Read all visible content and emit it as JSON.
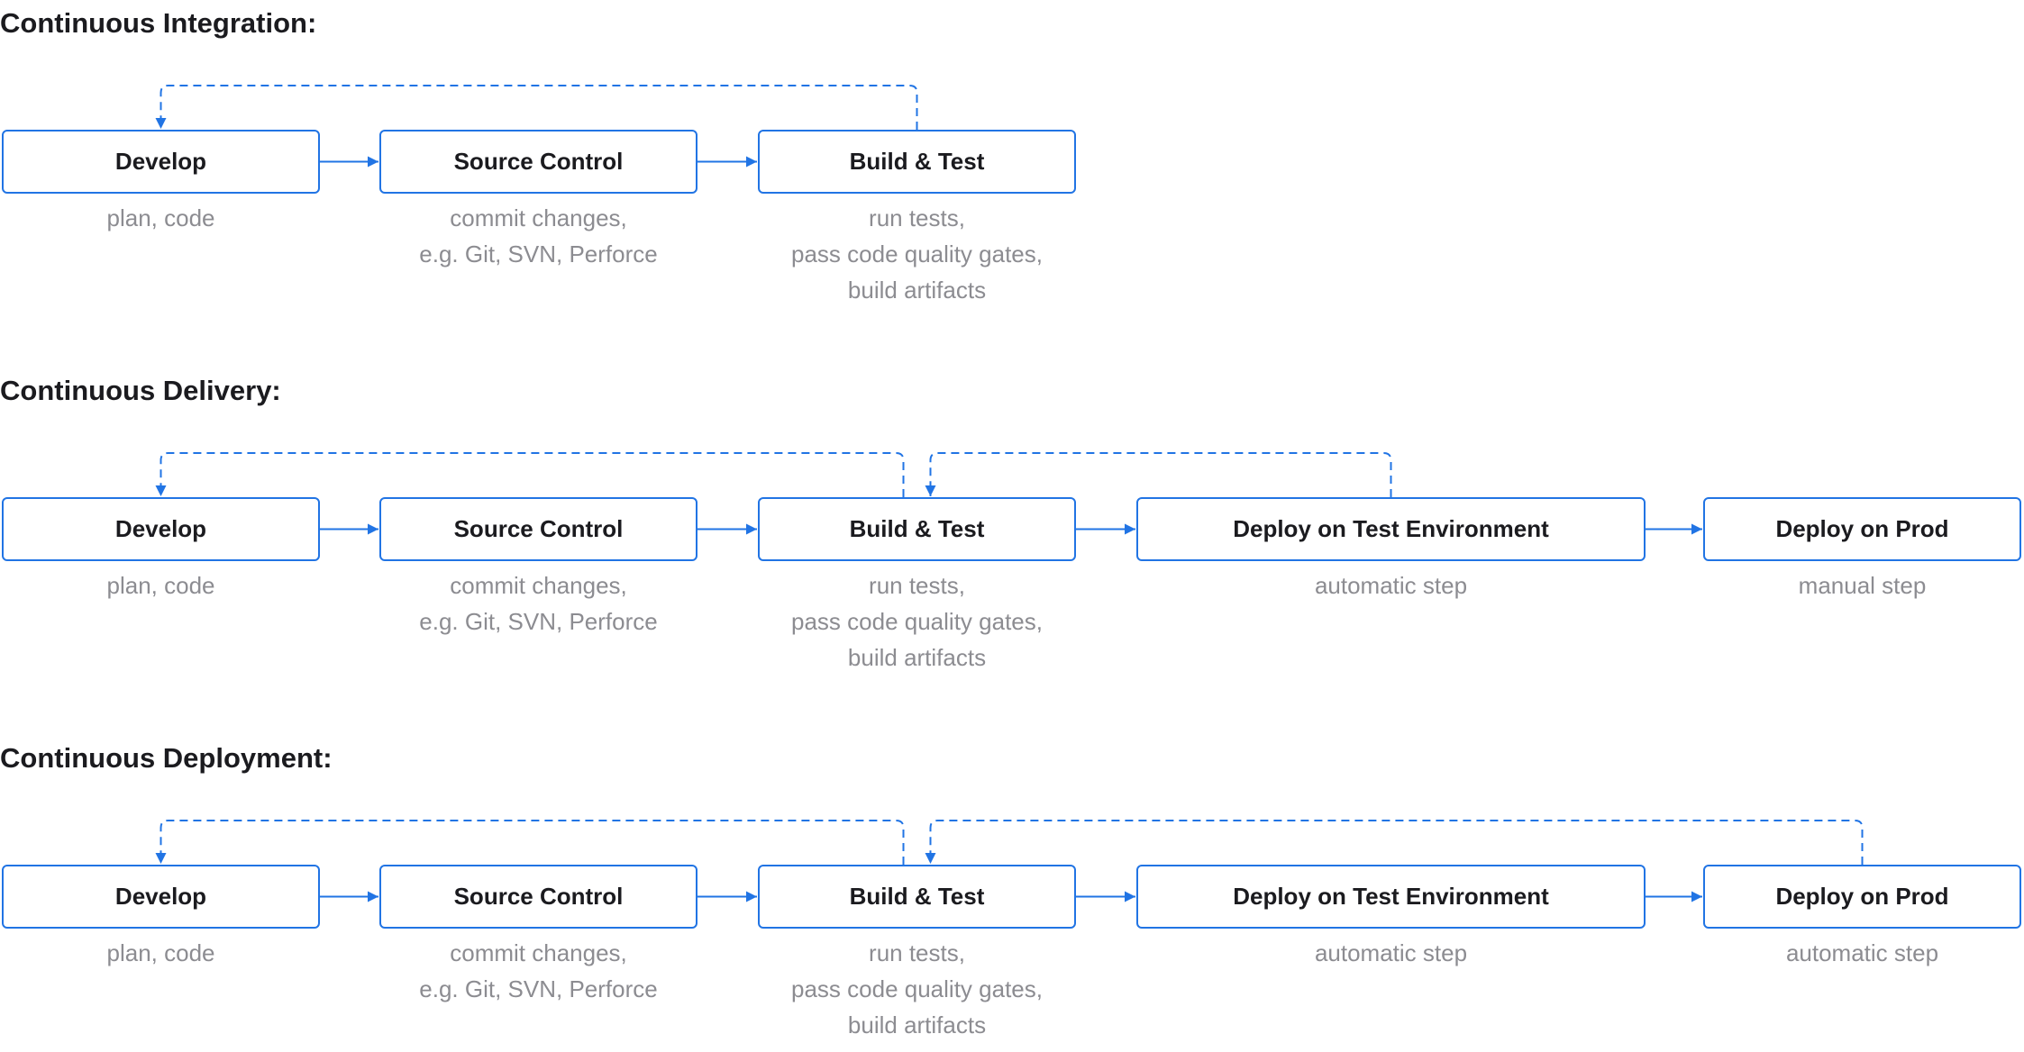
{
  "colors": {
    "accent": "#2174e4",
    "title_text": "#1b1b1f",
    "box_text": "#1b1b1f",
    "description_text": "#8c8c91",
    "background": "#ffffff"
  },
  "sections": [
    {
      "title": "Continuous Integration:",
      "stages": [
        {
          "label": "Develop",
          "description": "plan, code"
        },
        {
          "label": "Source Control",
          "description": "commit changes,\ne.g. Git, SVN, Perforce"
        },
        {
          "label": "Build & Test",
          "description": "run tests,\npass code quality gates,\nbuild artifacts"
        }
      ],
      "feedback_loops": [
        {
          "from_stage": 2,
          "to_stage": 0
        }
      ]
    },
    {
      "title": "Continuous Delivery:",
      "stages": [
        {
          "label": "Develop",
          "description": "plan, code"
        },
        {
          "label": "Source Control",
          "description": "commit changes,\ne.g. Git, SVN, Perforce"
        },
        {
          "label": "Build & Test",
          "description": "run tests,\npass code quality gates,\nbuild artifacts"
        },
        {
          "label": "Deploy on Test Environment",
          "description": "automatic step"
        },
        {
          "label": "Deploy on Prod",
          "description": "manual step"
        }
      ],
      "feedback_loops": [
        {
          "from_stage": 2,
          "to_stage": 0
        },
        {
          "from_stage": 3,
          "to_stage": 2
        }
      ]
    },
    {
      "title": "Continuous Deployment:",
      "stages": [
        {
          "label": "Develop",
          "description": "plan, code"
        },
        {
          "label": "Source Control",
          "description": "commit changes,\ne.g. Git, SVN, Perforce"
        },
        {
          "label": "Build & Test",
          "description": "run tests,\npass code quality gates,\nbuild artifacts"
        },
        {
          "label": "Deploy on Test Environment",
          "description": "automatic step"
        },
        {
          "label": "Deploy on Prod",
          "description": "automatic step"
        }
      ],
      "feedback_loops": [
        {
          "from_stage": 2,
          "to_stage": 0
        },
        {
          "from_stage": 4,
          "to_stage": 2
        }
      ]
    }
  ]
}
